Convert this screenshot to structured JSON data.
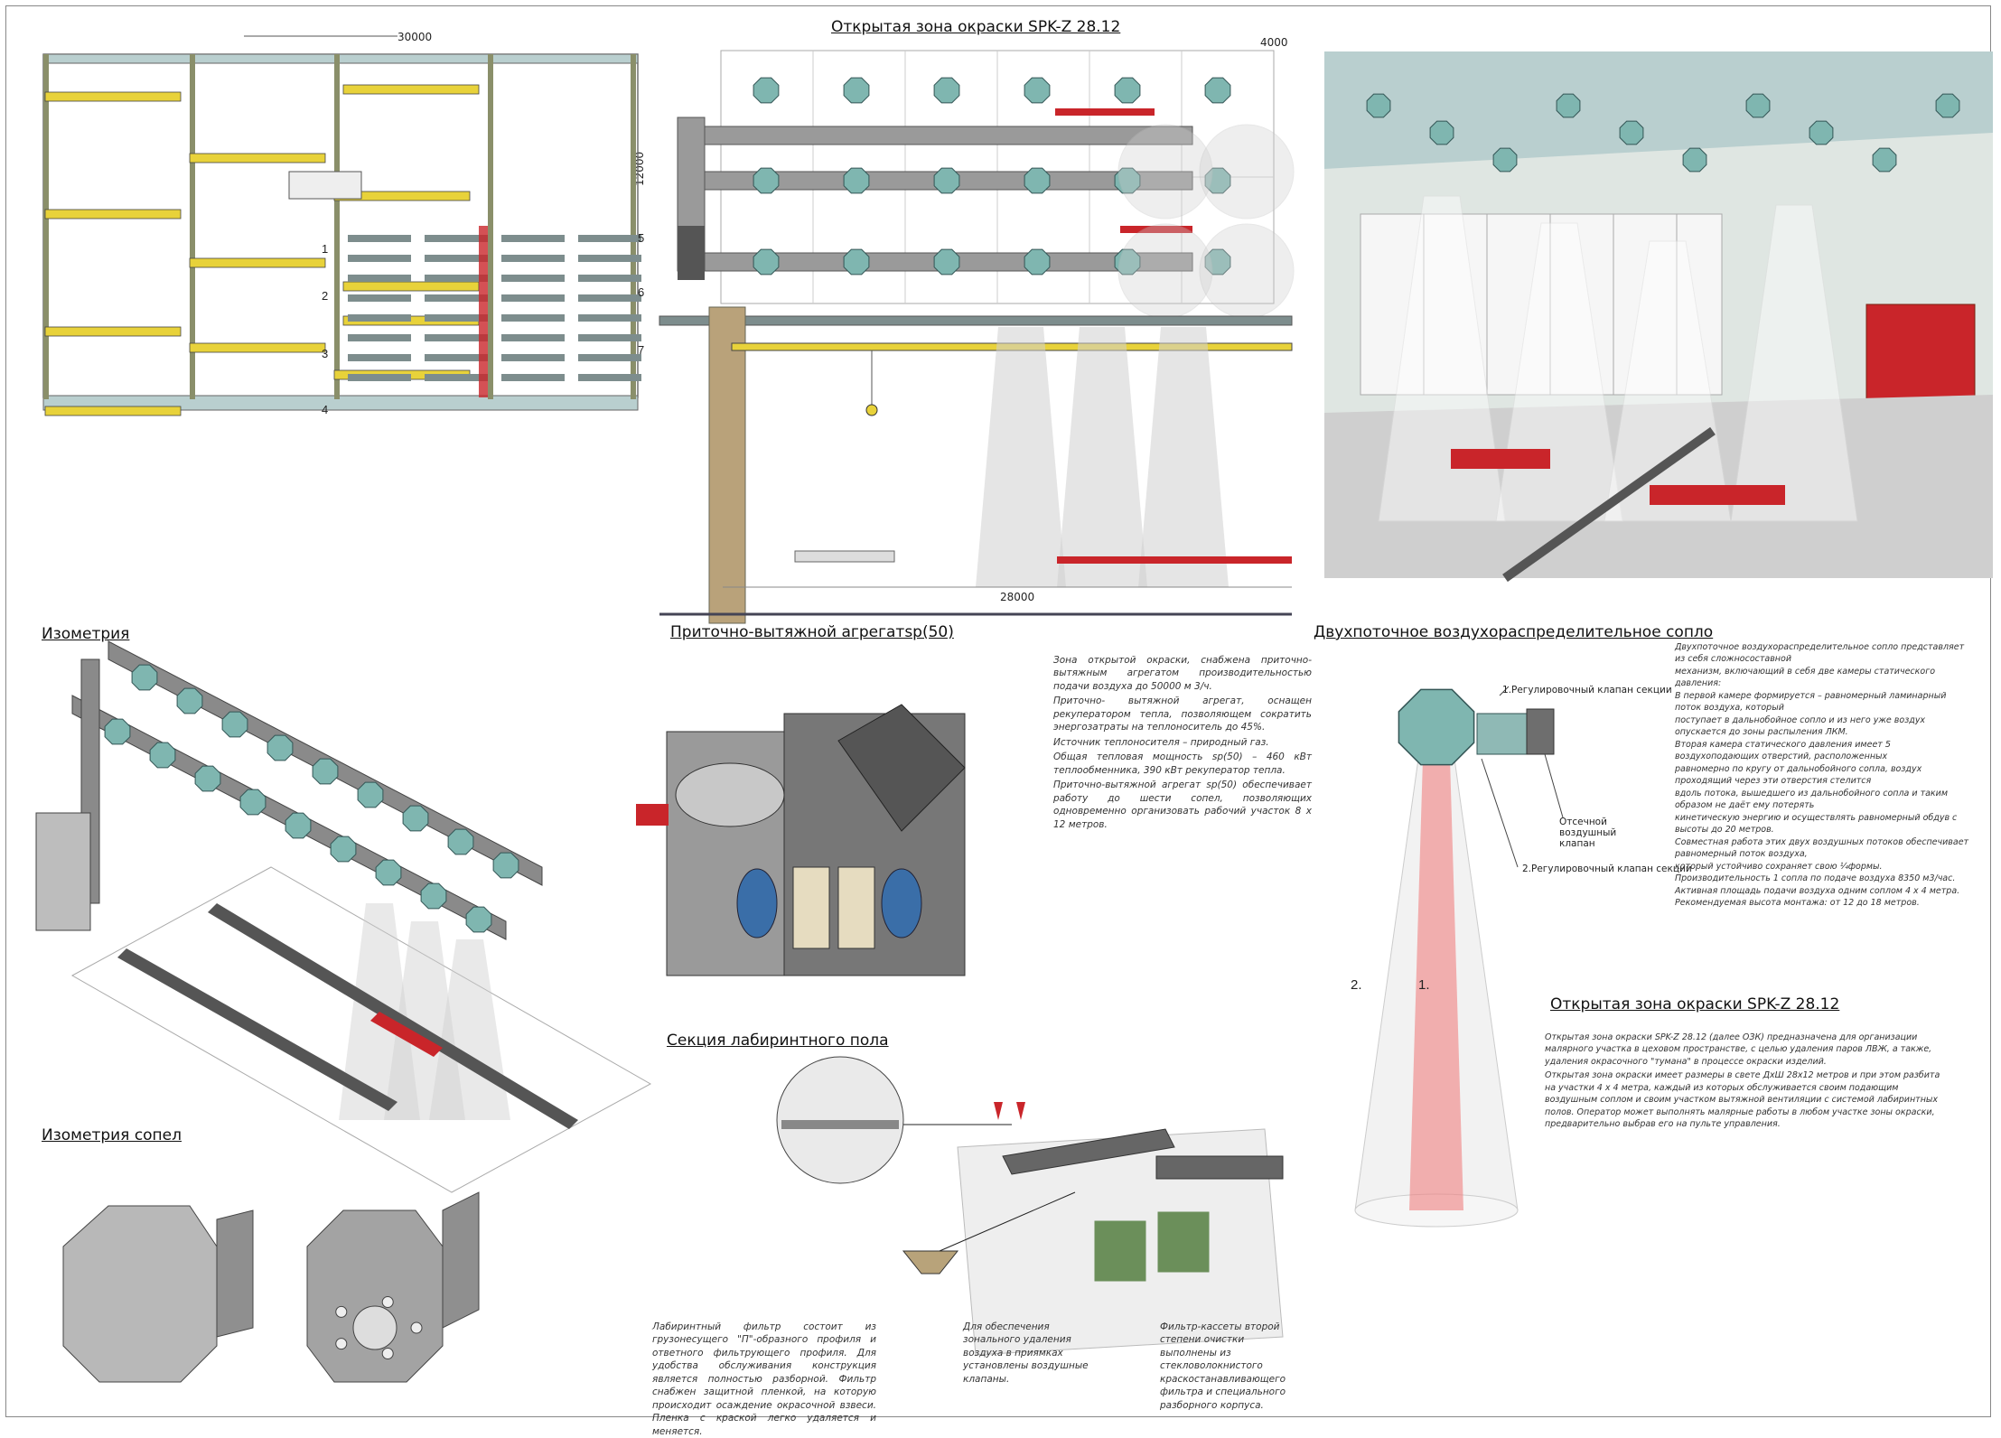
{
  "sheet": {
    "main_title": "Открытая зона окраски SPK-Z 28.12",
    "dim_plan_width": "30000",
    "dim_plan_height": "12000",
    "dim_section_width": "28000",
    "dim_cell_w": "4000",
    "dim_cell_h": "4000",
    "plan_row_labels": [
      "1",
      "2",
      "3",
      "4"
    ],
    "plan_side_labels": [
      "5",
      "6",
      "7"
    ]
  },
  "isometry": {
    "heading": "Изометрия"
  },
  "nozzle_isometry": {
    "heading": "Изометрия сопел"
  },
  "unit": {
    "heading": "Приточно-вытяжной агрегатsp(50)",
    "description": [
      "Зона открытой окраски, снабжена приточно-вытяжным агрегатом производительностью подачи воздуха до 50000 м 3/ч.",
      "Приточно- вытяжной агрегат, оснащен рекуператором тепла, позволяющем сократить энергозатраты на теплоноситель до 45%.",
      "Источник теплоносителя – природный газ.",
      "Общая тепловая мощность sp(50) – 460 кВт теплообменника, 390 кВт рекуператор тепла.",
      "Приточно-вытяжной агрегат sp(50) обеспечивает работу до шести сопел, позволяющих одновременно организовать рабочий участок 8 х 12 метров."
    ]
  },
  "nozzle": {
    "heading": "Двухпоточное воздухораспределительное сопло",
    "callout_1": "1.Регулировочный клапан секции",
    "callout_2": "Отсечной воздушный клапан",
    "callout_3": "2.Регулировочный клапан секции",
    "flow_1": "1.",
    "flow_2": "2.",
    "description": [
      "Двухпоточное воздухораспределительное сопло представляет из себя сложносоставной",
      "механизм, включающий в себя две камеры статического давления:",
      "В первой камере формируется – равномерный ламинарный поток воздуха, который",
      "поступает в дальнобойное сопло и из него уже воздух опускается до зоны распыления ЛКМ.",
      "Вторая камера статического давления имеет 5 воздухоподающих отверстий, расположенных",
      "равномерно по кругу от дальнобойного сопла, воздух проходящий через эти отверстия стелится",
      "вдоль потока, вышедшего из дальнобойного сопла и таким образом не даёт ему потерять",
      "кинетическую энергию и осуществлять равномерный обдув с высоты до 20 метров.",
      "Совместная работа этих двух воздушных потоков обеспечивает равномерный поток воздуха,",
      "который устойчиво сохраняет свою ¼формы.",
      "Производительность 1 сопла по подаче воздуха 8350 м3/час.",
      "Активная площадь подачи воздуха одним соплом 4 х 4 метра.",
      "Рекомендуемая высота монтажа: от 12 до 18 метров."
    ]
  },
  "zone": {
    "heading": "Открытая зона окраски SPK-Z 28.12",
    "description": [
      "Открытая зона окраски SPK-Z 28.12 (далее ОЗК) предназначена для организации малярного участка в цеховом пространстве, с целью удаления паров ЛВЖ, а также, удаления окрасочного \"тумана\" в процессе окраски изделий.",
      "Открытая зона окраски имеет размеры в свете ДxШ 28x12 метров и при этом разбита на участки 4 х 4 метра, каждый из которых обслуживается своим подающим воздушным соплом и своим участком вытяжной вентиляции с системой лабиринтных полов. Оператор может выполнять малярные работы в любом участке зоны окраски, предварительно выбрав его на пульте управления."
    ]
  },
  "labyrinth": {
    "heading": "Секция лабиринтного пола",
    "text_filter": "Лабиринтный фильтр состоит из грузонесущего \"П\"-образного профиля и ответного фильтрующего профиля. Для удобства обслуживания конструкция является полностью разборной. Фильтр снабжен защитной пленкой, на которую происходит осаждение окрасочной взвеси. Пленка с краской легко удаляется и меняется.",
    "text_valves": "Для обеспечения зонального удаления воздуха в приямках установлены воздушные клапаны.",
    "text_cassettes": "Фильтр-кассеты второй степени очистки выполнены из стекловолокнистого краскостанавливающего фильтра и специального разборного корпуса."
  },
  "colors": {
    "steel": "#8a8a8a",
    "teal_nozzle": "#7fb6b0",
    "crane_yellow": "#e8d23a",
    "accent_red": "#c9252a",
    "cone_gray": "#cfcfcf"
  }
}
